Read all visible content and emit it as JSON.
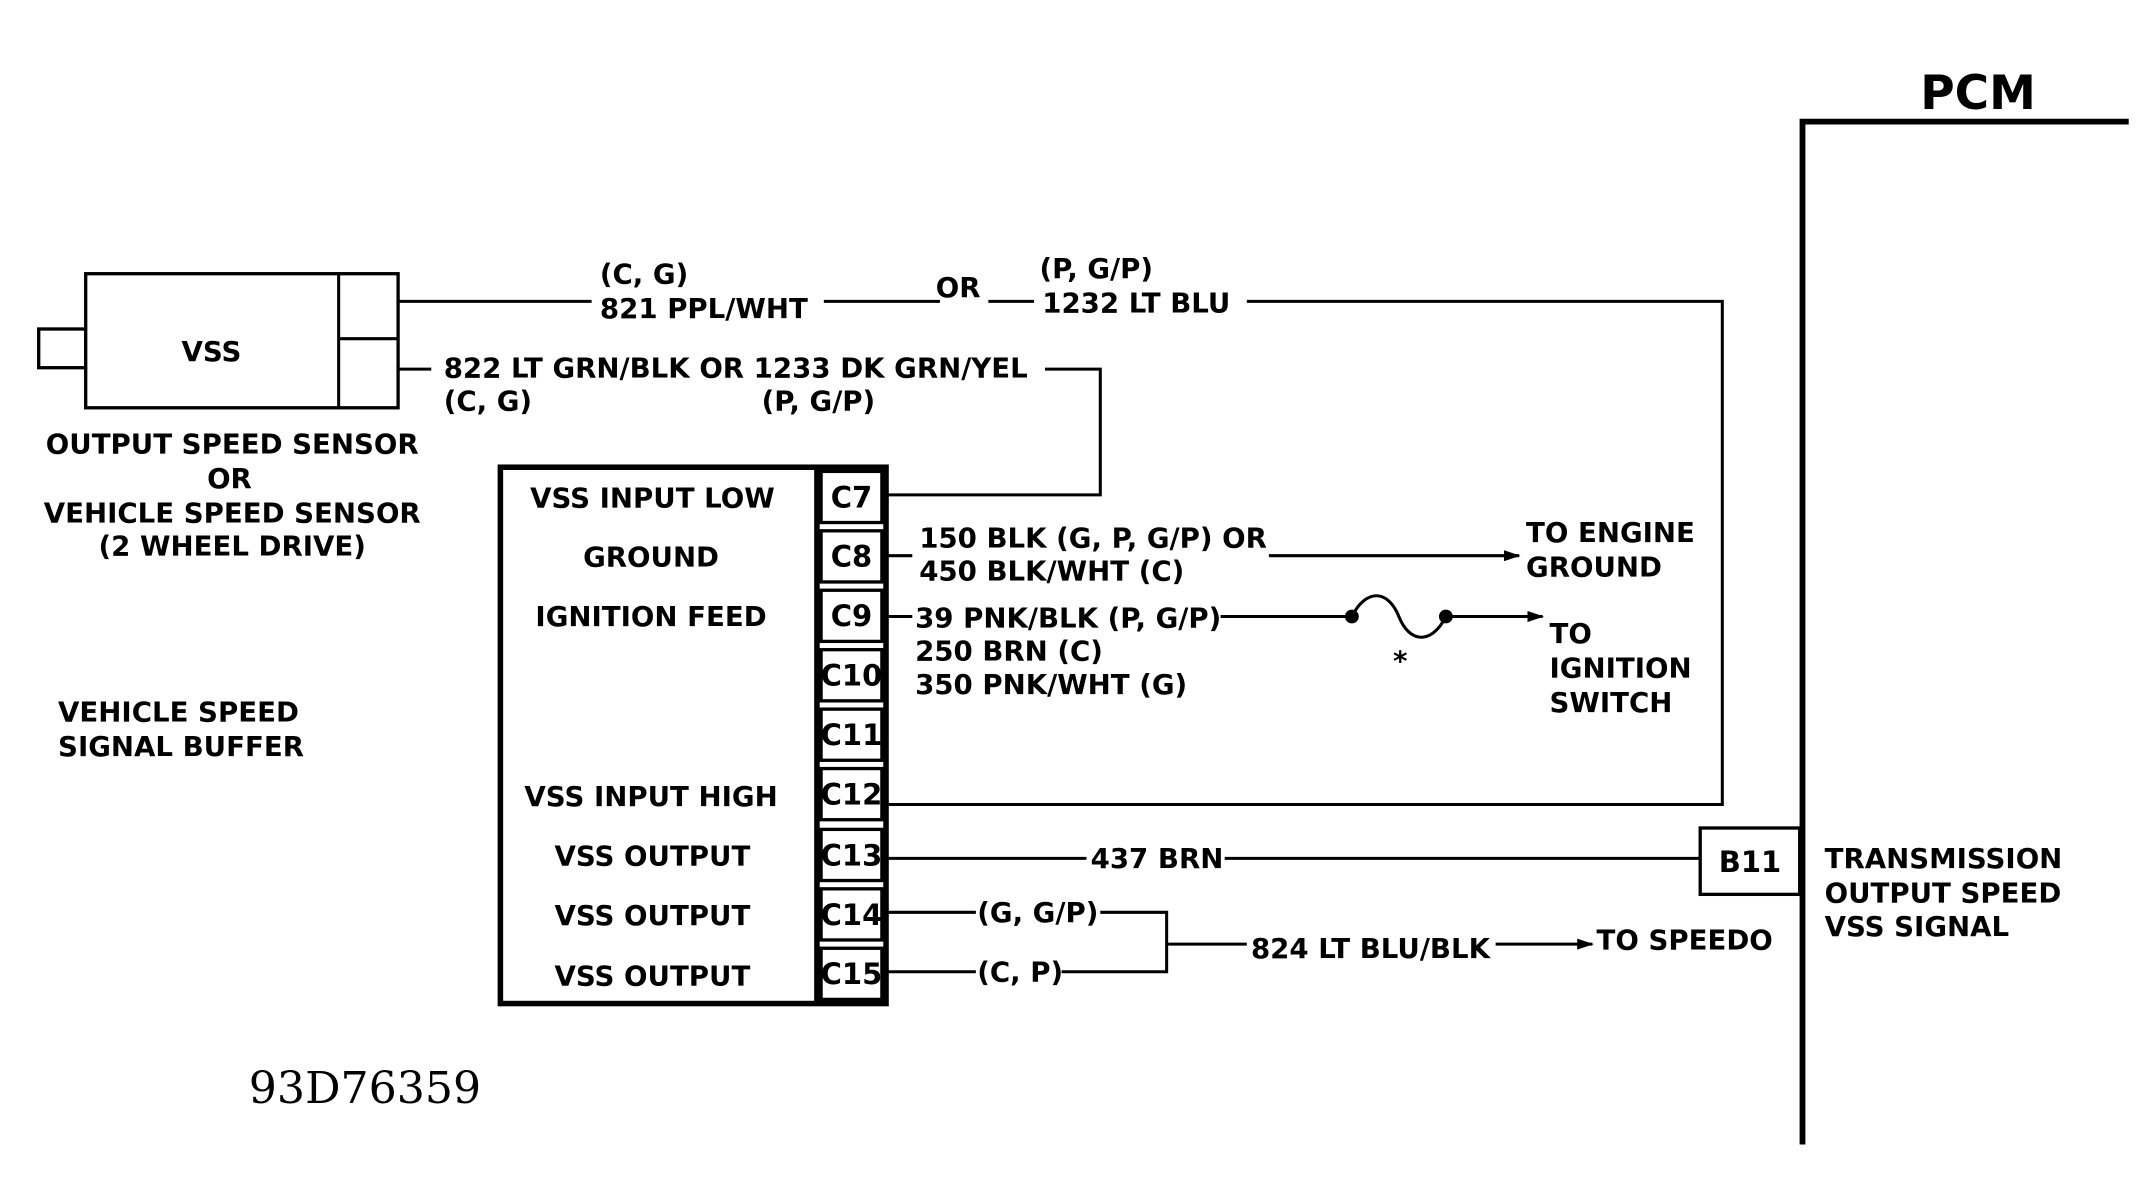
{
  "pcm": {
    "title": "PCM",
    "terminal": "B11",
    "signal_label": [
      "TRANSMISSION",
      "OUTPUT SPEED",
      "VSS SIGNAL"
    ]
  },
  "sensor": {
    "label": "VSS",
    "caption": [
      "OUTPUT SPEED SENSOR",
      "OR",
      "VEHICLE SPEED SENSOR",
      "(2 WHEEL DRIVE)"
    ]
  },
  "buffer": {
    "caption": [
      "VEHICLE SPEED",
      "SIGNAL BUFFER"
    ],
    "functions": {
      "c7": "VSS INPUT LOW",
      "c8": "GROUND",
      "c9": "IGNITION FEED",
      "c12": "VSS INPUT HIGH",
      "c13": "VSS OUTPUT",
      "c14": "VSS OUTPUT",
      "c15": "VSS OUTPUT"
    },
    "pins": [
      "C7",
      "C8",
      "C9",
      "C10",
      "C11",
      "C12",
      "C13",
      "C14",
      "C15"
    ]
  },
  "wires": {
    "top_cg": "(C, G)",
    "top_wire_a": "821 PPL/WHT",
    "top_or": "OR",
    "top_pgp": "(P, G/P)",
    "top_wire_b": "1232 LT BLU",
    "second_wire": "822 LT GRN/BLK OR 1233 DK GRN/YEL",
    "second_cg": "(C, G)",
    "second_pgp": "(P, G/P)",
    "ground_line1": "150 BLK (G, P, G/P) OR",
    "ground_line2": "450 BLK/WHT (C)",
    "ground_dest": [
      "TO ENGINE",
      "GROUND"
    ],
    "ign_line1": "39 PNK/BLK (P, G/P)",
    "ign_line2": "250 BRN (C)",
    "ign_line3": "350 PNK/WHT (G)",
    "ign_dest": [
      "TO",
      "IGNITION",
      "SWITCH"
    ],
    "fuse_mark": "*",
    "c13_wire": "437 BRN",
    "c14_label": "(G, G/P)",
    "c15_label": "(C, P)",
    "speedo_wire": "824 LT BLU/BLK",
    "speedo_dest": "TO SPEEDO"
  },
  "figure_id": "93D76359"
}
